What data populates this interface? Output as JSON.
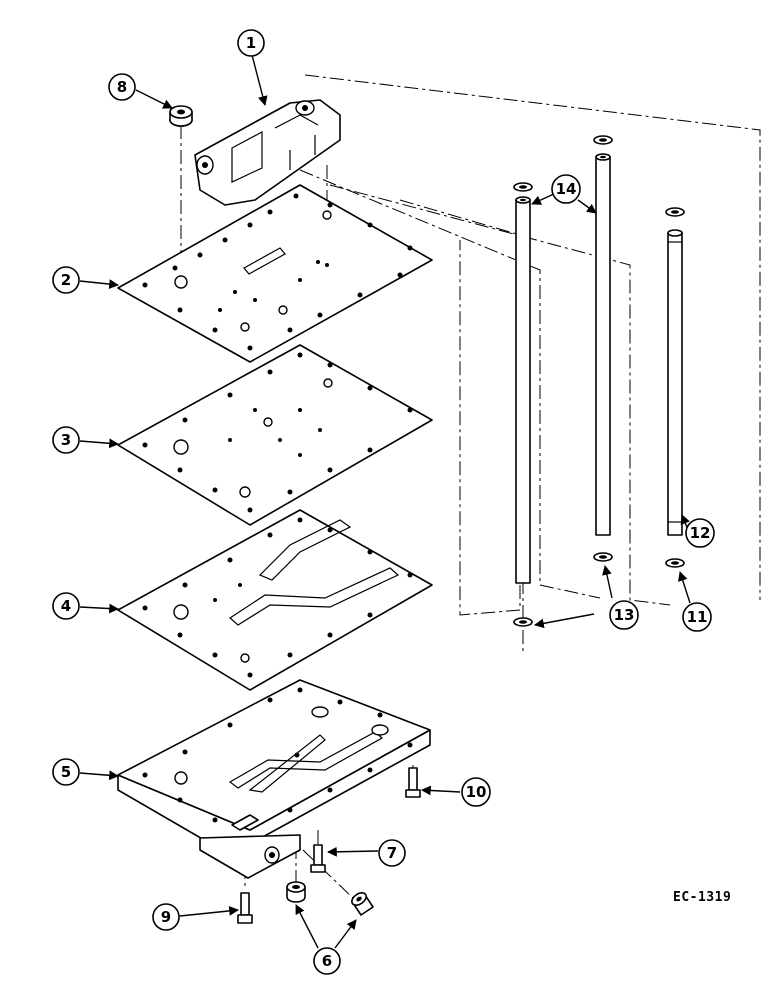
{
  "callouts": {
    "c1": "1",
    "c2": "2",
    "c3": "3",
    "c4": "4",
    "c5": "5",
    "c6": "6",
    "c7": "7",
    "c8": "8",
    "c9": "9",
    "c10": "10",
    "c11": "11",
    "c12": "12",
    "c13": "13",
    "c14": "14"
  },
  "drawing_id": "EC-1319"
}
